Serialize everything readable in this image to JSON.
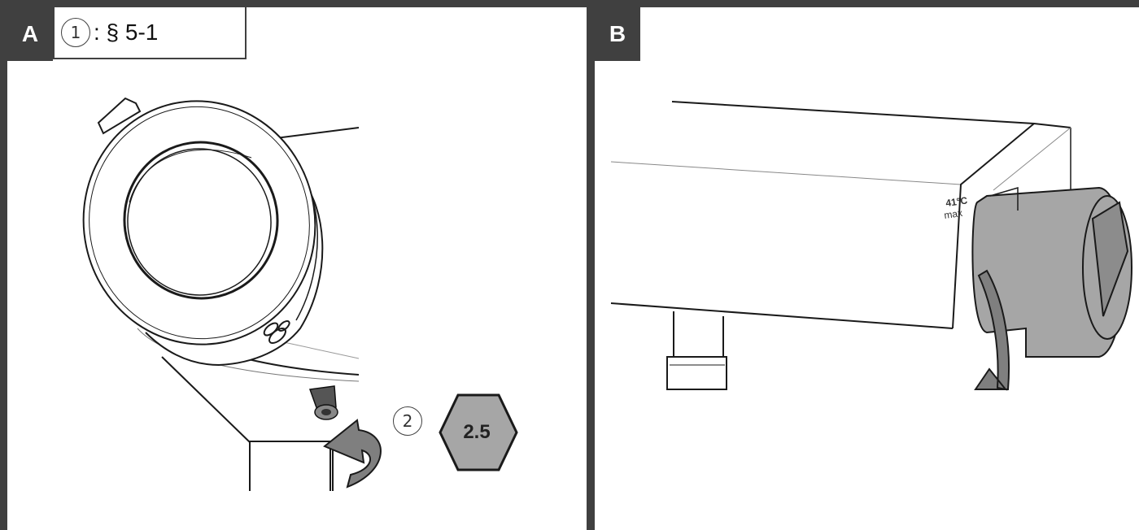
{
  "panels": [
    {
      "id": "A",
      "label": "A",
      "reference": {
        "step": "1",
        "text": ": § 5-1"
      },
      "step2": {
        "number": "2",
        "tool_size": "2.5"
      }
    },
    {
      "id": "B",
      "label": "B",
      "dial_text": {
        "temp": "41°C",
        "max": "max"
      }
    }
  ],
  "colors": {
    "frame": "#404040",
    "part_gray": "#a6a6a6",
    "arrow_gray": "#7f7f7f"
  }
}
